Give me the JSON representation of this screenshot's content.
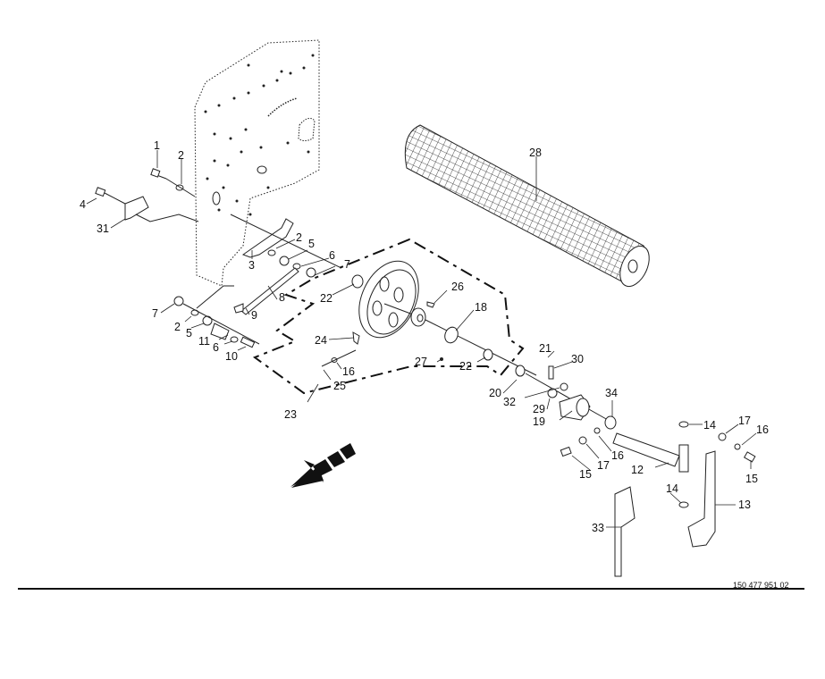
{
  "document_number": "150 477 951 02",
  "direction_arrow": "arrow-down-left-icon",
  "callouts": {
    "c1": "1",
    "c2a": "2",
    "c4": "4",
    "c31": "31",
    "c3": "3",
    "c2b": "2",
    "c5a": "5",
    "c6a": "6",
    "c7a": "7",
    "c8": "8",
    "c9": "9",
    "c22a": "22",
    "c7b": "7",
    "c2c": "2",
    "c5b": "5",
    "c11": "11",
    "c6b": "6",
    "c10": "10",
    "c24": "24",
    "c16a": "16",
    "c25": "25",
    "c23": "23",
    "c26": "26",
    "c18": "18",
    "c27": "27",
    "c22b": "22",
    "c28": "28",
    "c21": "21",
    "c30": "30",
    "c20": "20",
    "c32": "32",
    "c29": "29",
    "c19": "19",
    "c34": "34",
    "c16b": "16",
    "c17a": "17",
    "c15a": "15",
    "c12": "12",
    "c14a": "14",
    "c17b": "17",
    "c16c": "16",
    "c15b": "15",
    "c14b": "14",
    "c13": "13",
    "c33": "33"
  }
}
